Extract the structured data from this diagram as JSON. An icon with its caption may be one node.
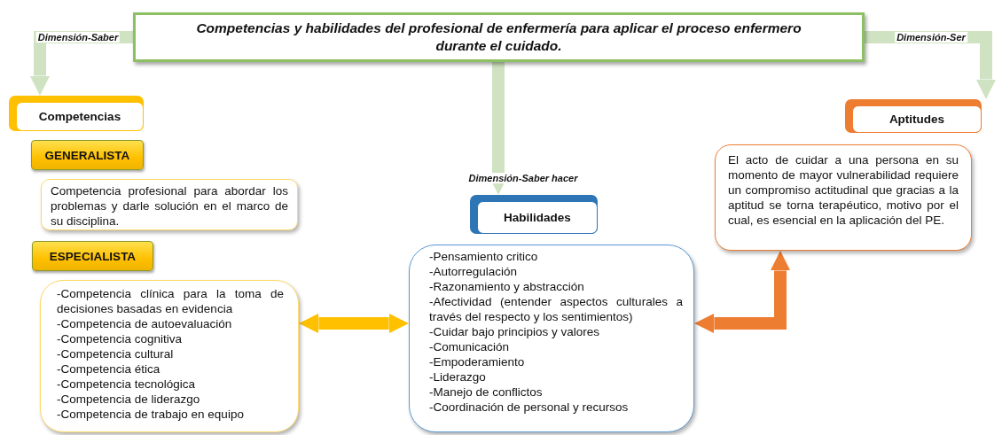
{
  "diagram": {
    "nodes": [
      {
        "text": [
          "Competencias y habilidades del profesional de enfermería para aplicar el proceso enfermero durante el cuidado."
        ]
      },
      {
        "text": [
          "Competencias"
        ]
      },
      {
        "text": [
          "GENERALISTA"
        ]
      },
      {
        "text": [
          "Competencia profesional para abordar los problemas y darle solución en el marco de su disciplina."
        ]
      },
      {
        "text": [
          "ESPECIALISTA"
        ]
      },
      {
        "text": [
          "-Competencia clínica para la toma de decisiones basadas en evidencia",
          "-Competencia de autoevaluación",
          "-Competencia cognitiva",
          "-Competencia cultural",
          "-Competencia ética",
          "-Competencia tecnológica",
          "-Competencia de liderazgo",
          "-Competencia de trabajo en equipo"
        ]
      },
      {
        "text": [
          "Habilidades"
        ]
      },
      {
        "text": [
          "-Pensamiento critico",
          "-Autorregulación",
          "-Razonamiento y abstracción",
          "-Afectividad (entender aspectos culturales a través del respecto y los sentimientos)",
          "-Cuidar bajo principios y valores",
          "-Comunicación",
          "-Empoderamiento",
          "-Liderazgo",
          "-Manejo de conflictos",
          "-Coordinación de personal y recursos"
        ]
      },
      {
        "text": [
          "Aptitudes"
        ]
      },
      {
        "text": [
          "El acto de cuidar a una persona en su momento de mayor vulnerabilidad requiere un compromiso actitudinal que gracias a la aptitud se torna terapéutico, motivo por el cual, es esencial en la aplicación del PE."
        ]
      }
    ],
    "edges": [
      {
        "from": 0,
        "to": 1,
        "arrow": "to",
        "label": "Dimensión-Saber"
      },
      {
        "from": 0,
        "to": 8,
        "arrow": "to",
        "label": "Dimensión-Ser"
      },
      {
        "from": 0,
        "to": 6,
        "arrow": "to",
        "label": "Dimensión-Saber hacer"
      },
      {
        "from": 5,
        "to": 7,
        "arrow": "both",
        "color": "#ffc000"
      },
      {
        "from": 7,
        "to": 9,
        "arrow": "both",
        "color": "#ed7d31"
      }
    ]
  }
}
